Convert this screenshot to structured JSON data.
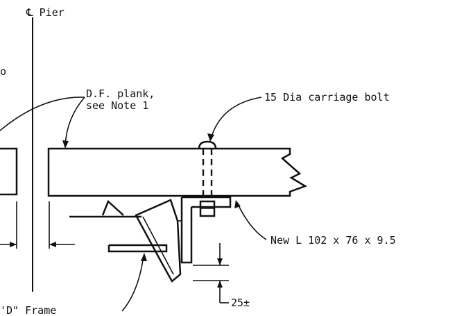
{
  "labels": {
    "centerline": "℄ Pier",
    "plank_line1": "D.F. plank,",
    "plank_line2": "see Note 1",
    "bolt": "15 Dia carriage bolt",
    "angle": "New L 102 x 76 x 9.5",
    "dimension": "25±",
    "frame": "'D\" Frame",
    "left_fragment": "o"
  }
}
